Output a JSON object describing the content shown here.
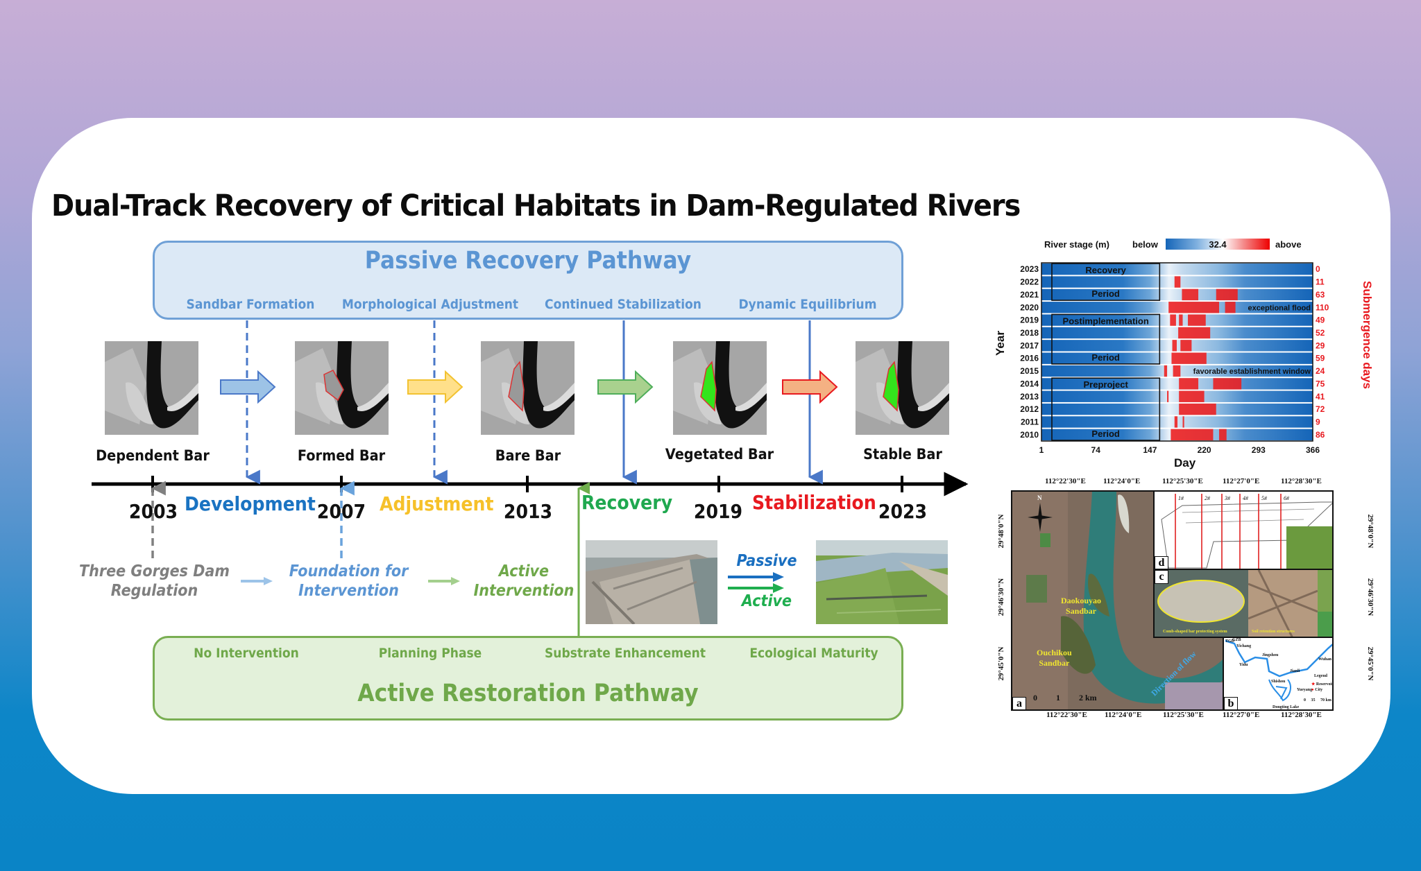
{
  "title": "Dual-Track Recovery of Critical Habitats in Dam-Regulated Rivers",
  "colors": {
    "passive_blue": "#5b95d3",
    "active_green": "#6fa84a",
    "development": "#1a73c2",
    "adjustment": "#f6c12a",
    "recovery": "#1fa84f",
    "stabilization": "#e8191f",
    "regulation_gray": "#7f7f7f"
  },
  "passive_pathway": {
    "title": "Passive Recovery Pathway",
    "stages": [
      "Sandbar Formation",
      "Morphological Adjustment",
      "Continued Stabilization",
      "Dynamic Equilibrium"
    ]
  },
  "active_pathway": {
    "title": "Active Restoration Pathway",
    "stages": [
      "No Intervention",
      "Planning Phase",
      "Substrate Enhancement",
      "Ecological Maturity"
    ]
  },
  "bar_stages": [
    {
      "label": "Dependent Bar",
      "image": "grayscale-satellite-2003"
    },
    {
      "label": "Formed Bar",
      "image": "grayscale-satellite-2007"
    },
    {
      "label": "Bare Bar",
      "image": "grayscale-satellite-2013"
    },
    {
      "label": "Vegetated Bar",
      "image": "grayscale-satellite-2019"
    },
    {
      "label": "Stable Bar",
      "image": "grayscale-satellite-2023"
    }
  ],
  "timeline": {
    "years": [
      "2003",
      "2007",
      "2013",
      "2019",
      "2023"
    ],
    "phases": [
      "Development",
      "Adjustment",
      "Recovery",
      "Stabilization"
    ]
  },
  "drivers": {
    "regulation": [
      "Three Gorges Dam",
      "Regulation"
    ],
    "foundation": [
      "Foundation for",
      "Intervention"
    ],
    "intervention": [
      "Active",
      "Intervention"
    ]
  },
  "comparison": {
    "passive_label": "Passive",
    "active_label": "Active",
    "before_photo": "aerial-photo-bare-sandbar",
    "after_photo": "aerial-photo-vegetated-sandbar"
  },
  "heatmap": {
    "legend_title": "River stage (m)",
    "legend_below": "below",
    "legend_mid": "32.4",
    "legend_above": "above",
    "ylabel": "Year",
    "xlabel": "Day",
    "y2label": "Submergence days",
    "period_boxes": [
      {
        "label_top": "Recovery",
        "label_bottom": "Period"
      },
      {
        "label_top": "Postimplementation",
        "label_bottom": "Period"
      },
      {
        "label_top": "Preproject",
        "label_bottom": "Period"
      }
    ],
    "annotations": [
      "exceptional flood",
      "favorable establishment window"
    ]
  },
  "chart_data": {
    "type": "heatmap",
    "title": "",
    "xlabel": "Day",
    "ylabel": "Year",
    "y2label": "Submergence days",
    "x_ticks": [
      1,
      74,
      147,
      220,
      293,
      366
    ],
    "xlim": [
      1,
      366
    ],
    "color_scale": {
      "center": 32.4,
      "below_color": "#1565b8",
      "center_color": "#ffffff",
      "above_color": "#ee0000",
      "label": "River stage (m)"
    },
    "rows": [
      {
        "year": "2023",
        "submergence_days": 0,
        "above_ranges": []
      },
      {
        "year": "2022",
        "submergence_days": 11,
        "above_ranges": [
          [
            180,
            188
          ]
        ]
      },
      {
        "year": "2021",
        "submergence_days": 63,
        "above_ranges": [
          [
            190,
            212
          ],
          [
            236,
            265
          ]
        ]
      },
      {
        "year": "2020",
        "submergence_days": 110,
        "above_ranges": [
          [
            172,
            240
          ],
          [
            248,
            262
          ]
        ]
      },
      {
        "year": "2019",
        "submergence_days": 49,
        "above_ranges": [
          [
            174,
            182
          ],
          [
            186,
            191
          ],
          [
            198,
            222
          ]
        ]
      },
      {
        "year": "2018",
        "submergence_days": 52,
        "above_ranges": [
          [
            185,
            228
          ]
        ]
      },
      {
        "year": "2017",
        "submergence_days": 29,
        "above_ranges": [
          [
            177,
            183
          ],
          [
            188,
            203
          ]
        ]
      },
      {
        "year": "2016",
        "submergence_days": 59,
        "above_ranges": [
          [
            176,
            223
          ]
        ]
      },
      {
        "year": "2015",
        "submergence_days": 24,
        "above_ranges": [
          [
            166,
            170
          ],
          [
            178,
            188
          ]
        ]
      },
      {
        "year": "2014",
        "submergence_days": 75,
        "above_ranges": [
          [
            186,
            212
          ],
          [
            232,
            270
          ]
        ]
      },
      {
        "year": "2013",
        "submergence_days": 41,
        "above_ranges": [
          [
            170,
            172
          ],
          [
            186,
            220
          ]
        ]
      },
      {
        "year": "2012",
        "submergence_days": 72,
        "above_ranges": [
          [
            186,
            236
          ]
        ]
      },
      {
        "year": "2011",
        "submergence_days": 9,
        "above_ranges": [
          [
            180,
            184
          ],
          [
            191,
            193
          ]
        ]
      },
      {
        "year": "2010",
        "submergence_days": 86,
        "above_ranges": [
          [
            175,
            232
          ],
          [
            240,
            250
          ]
        ]
      }
    ],
    "period_boxes": [
      {
        "label": "Recovery Period",
        "years": [
          "2021",
          "2023"
        ],
        "days": [
          15,
          160
        ]
      },
      {
        "label": "Postimplementation Period",
        "years": [
          "2016",
          "2019"
        ],
        "days": [
          15,
          160
        ]
      },
      {
        "label": "Preproject Period",
        "years": [
          "2010",
          "2014"
        ],
        "days": [
          15,
          160
        ]
      }
    ],
    "annotations": [
      {
        "text": "exceptional flood",
        "year": "2020"
      },
      {
        "text": "favorable establishment window",
        "year": "2015"
      }
    ]
  },
  "map": {
    "top_lon_labels": [
      "112°22'30\"E",
      "112°24'0\"E",
      "112°25'30\"E",
      "112°27'0\"E",
      "112°28'30\"E"
    ],
    "bottom_lon_labels": [
      "112°22'30\"E",
      "112°24'0\"E",
      "112°25'30\"E",
      "112°27'0\"E",
      "112°28'30\"E"
    ],
    "lat_labels": [
      "29°48'0\"N",
      "29°46'30\"N",
      "29°45'0\"N"
    ],
    "panel_labels": [
      "a",
      "b",
      "c",
      "d"
    ],
    "sandbars": [
      {
        "name_line1": "Daokouyao",
        "name_line2": "Sandbar"
      },
      {
        "name_line1": "Ouchikou",
        "name_line2": "Sandbar"
      }
    ],
    "flow_label": "Direction of flow",
    "scale_labels": [
      "0",
      "1",
      "2 km"
    ],
    "north_label": "N",
    "transects": [
      "1#",
      "2#",
      "3#",
      "4#",
      "5#",
      "6#"
    ],
    "photo_captions": [
      "Comb-shaped bar protecting system",
      "Soil retention structures"
    ],
    "inset_b": {
      "places": [
        "GZB",
        "TGD",
        "Yichang",
        "Yidu",
        "Jingzhou",
        "Jianli",
        "Shishou",
        "Yueyang",
        "Wuhan",
        "Dongting Lake"
      ],
      "legend_title": "Legend",
      "legend_items": [
        {
          "symbol": "star",
          "label": "Reservoir"
        },
        {
          "symbol": "dot",
          "label": "City"
        }
      ],
      "scale_labels": [
        "0",
        "35",
        "70 km"
      ]
    }
  }
}
